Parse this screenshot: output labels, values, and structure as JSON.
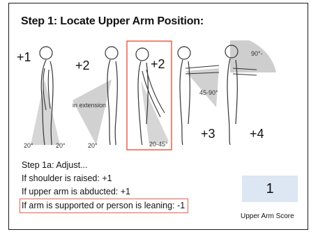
{
  "title": "Step 1: Locate Upper Arm Position:",
  "figures": [
    {
      "score": "+1",
      "angles": [
        "20°",
        "20°"
      ]
    },
    {
      "score": "+2",
      "note": "in extension",
      "angles": [
        "20°"
      ]
    },
    {
      "score": "+2",
      "angles": [
        "20-45°"
      ]
    },
    {
      "score": "+3",
      "angles": [
        "45-90°"
      ]
    },
    {
      "score": "+4",
      "angles": [
        "90°-"
      ]
    }
  ],
  "adjust": {
    "heading": "Step 1a: Adjust...",
    "lines": [
      "If shoulder is raised: +1",
      "If upper arm is abducted: +1",
      "If arm is supported or person is leaning: -1"
    ]
  },
  "score": {
    "value": "1",
    "label": "Upper Arm Score"
  },
  "colors": {
    "highlight": "#e8604a",
    "score_bg": "#dde6f3",
    "wedge": "#c9c9c9"
  }
}
